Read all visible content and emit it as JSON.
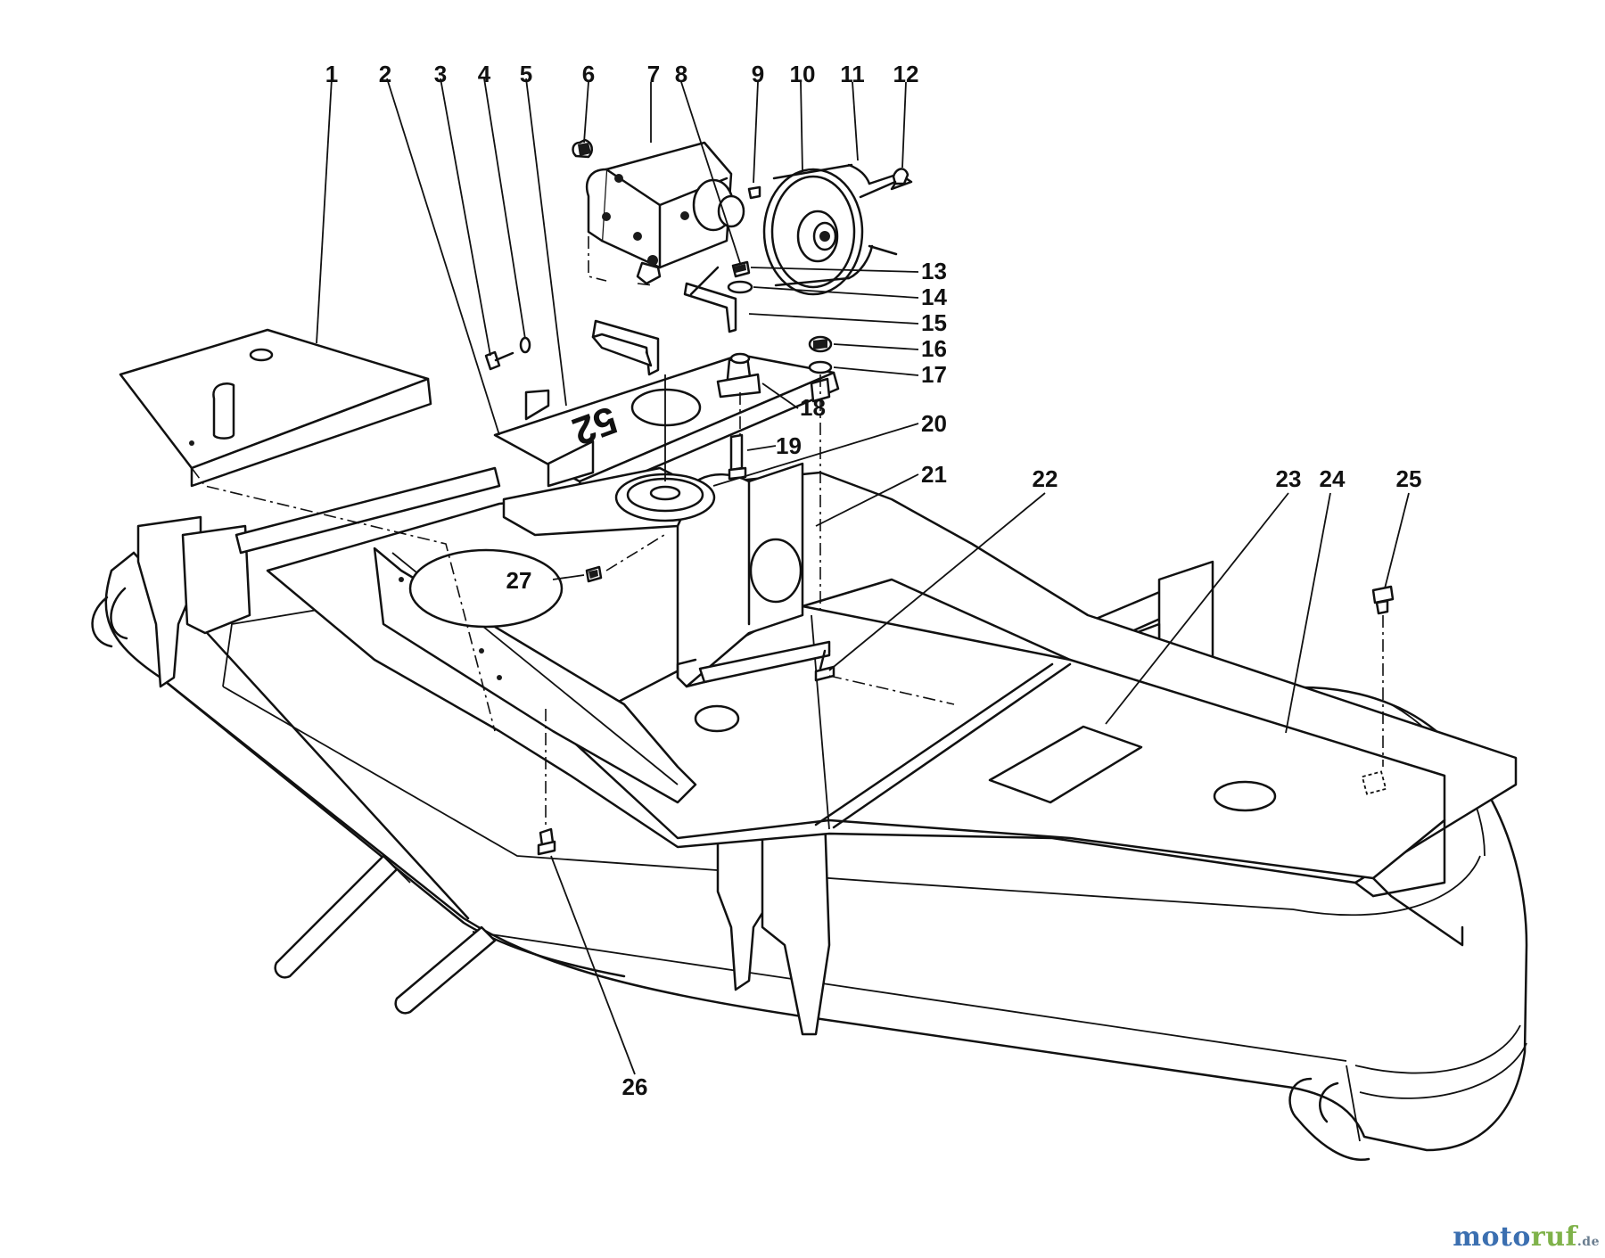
{
  "diagram": {
    "callouts": [
      "1",
      "2",
      "3",
      "4",
      "5",
      "6",
      "7",
      "8",
      "9",
      "10",
      "11",
      "12",
      "13",
      "14",
      "15",
      "16",
      "17",
      "18",
      "19",
      "20",
      "21",
      "22",
      "23",
      "24",
      "25",
      "26",
      "27"
    ],
    "plate_number": "52"
  },
  "watermark": {
    "part1": "moto",
    "part2": "ruf",
    "tld": ".de"
  },
  "colors": {
    "ink": "#111111",
    "paper": "#ffffff",
    "brand_blue": "#3b6fb0",
    "brand_green": "#7fb24a"
  }
}
